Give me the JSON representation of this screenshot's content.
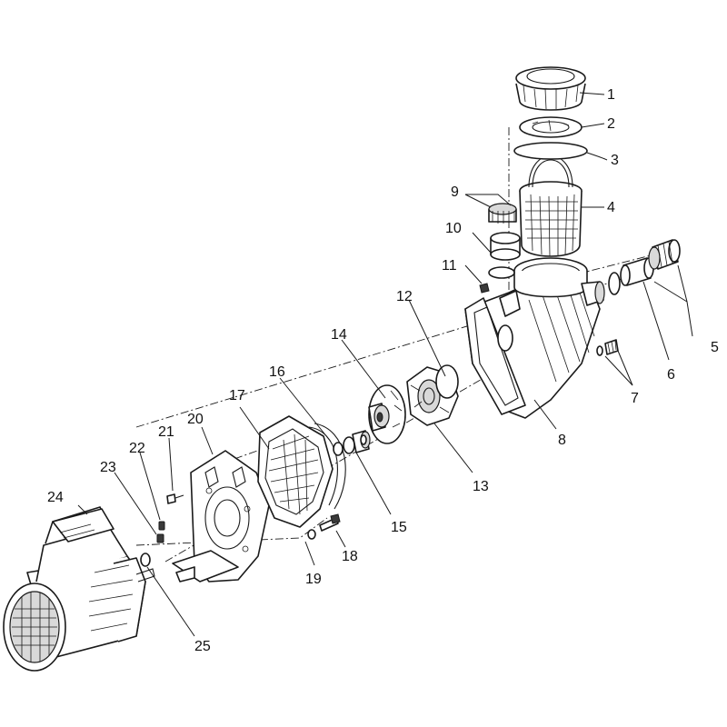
{
  "callouts": [
    {
      "number": "1",
      "label": "1"
    },
    {
      "number": "2",
      "label": "2"
    },
    {
      "number": "3",
      "label": "3"
    },
    {
      "number": "4",
      "label": "4"
    },
    {
      "number": "5",
      "label": "5"
    },
    {
      "number": "6",
      "label": "6"
    },
    {
      "number": "7",
      "label": "7"
    },
    {
      "number": "8",
      "label": "8"
    },
    {
      "number": "9",
      "label": "9"
    },
    {
      "number": "10",
      "label": "10"
    },
    {
      "number": "11",
      "label": "11"
    },
    {
      "number": "12",
      "label": "12"
    },
    {
      "number": "13",
      "label": "13"
    },
    {
      "number": "14",
      "label": "14"
    },
    {
      "number": "15",
      "label": "15"
    },
    {
      "number": "16",
      "label": "16"
    },
    {
      "number": "17",
      "label": "17"
    },
    {
      "number": "18",
      "label": "18"
    },
    {
      "number": "19",
      "label": "19"
    },
    {
      "number": "20",
      "label": "20"
    },
    {
      "number": "21",
      "label": "21"
    },
    {
      "number": "22",
      "label": "22"
    },
    {
      "number": "23",
      "label": "23"
    },
    {
      "number": "24",
      "label": "24"
    },
    {
      "number": "25",
      "label": "25"
    }
  ]
}
